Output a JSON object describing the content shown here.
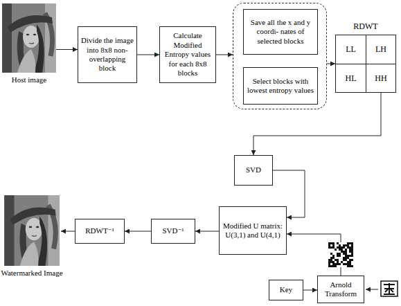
{
  "diagram": {
    "nodes": [
      {
        "text": [
          "Host image"
        ]
      },
      {
        "text": [
          "Divide the image into 8x8 non-overlapping block"
        ]
      },
      {
        "text": [
          "Calculate Modified Entropy values for each 8x8 blocks"
        ]
      },
      {
        "text": []
      },
      {
        "text": [
          "Save all the x and y coordi- nates of selected blocks"
        ],
        "in": 3
      },
      {
        "text": [
          "Select blocks with lowest entropy values"
        ],
        "in": 3
      },
      {
        "text": [
          "RDWT"
        ]
      },
      {
        "text": [
          "LL"
        ],
        "in": 6
      },
      {
        "text": [
          "LH"
        ],
        "in": 6
      },
      {
        "text": [
          "HL"
        ],
        "in": 6
      },
      {
        "text": [
          "HH"
        ],
        "in": 6
      },
      {
        "text": [
          "SVD"
        ]
      },
      {
        "text": [
          "Modified U matrix: U(3,1) and U(4,1)"
        ]
      },
      {
        "text": [
          "SVD⁻¹"
        ]
      },
      {
        "text": [
          "RDWT⁻¹"
        ]
      },
      {
        "text": [
          "Watermarked Image"
        ]
      },
      {
        "text": [
          "Key"
        ]
      },
      {
        "text": [
          "Arnold Transform"
        ]
      }
    ],
    "edges": [
      {
        "from": 0,
        "to": 1,
        "arrow": "to"
      },
      {
        "from": 1,
        "to": 2,
        "arrow": "to"
      },
      {
        "from": 2,
        "to": 3,
        "arrow": "to"
      },
      {
        "from": 3,
        "to": 6,
        "arrow": "to"
      },
      {
        "from": 6,
        "to": 11,
        "arrow": "to"
      },
      {
        "from": 11,
        "to": 12,
        "arrow": "to"
      },
      {
        "from": 17,
        "to": 12,
        "arrow": "to"
      },
      {
        "from": 16,
        "to": 17,
        "arrow": "to"
      },
      {
        "from": 12,
        "to": 13,
        "arrow": "to"
      },
      {
        "from": 13,
        "to": 14,
        "arrow": "to"
      },
      {
        "from": 14,
        "to": 15,
        "arrow": "to"
      }
    ]
  }
}
